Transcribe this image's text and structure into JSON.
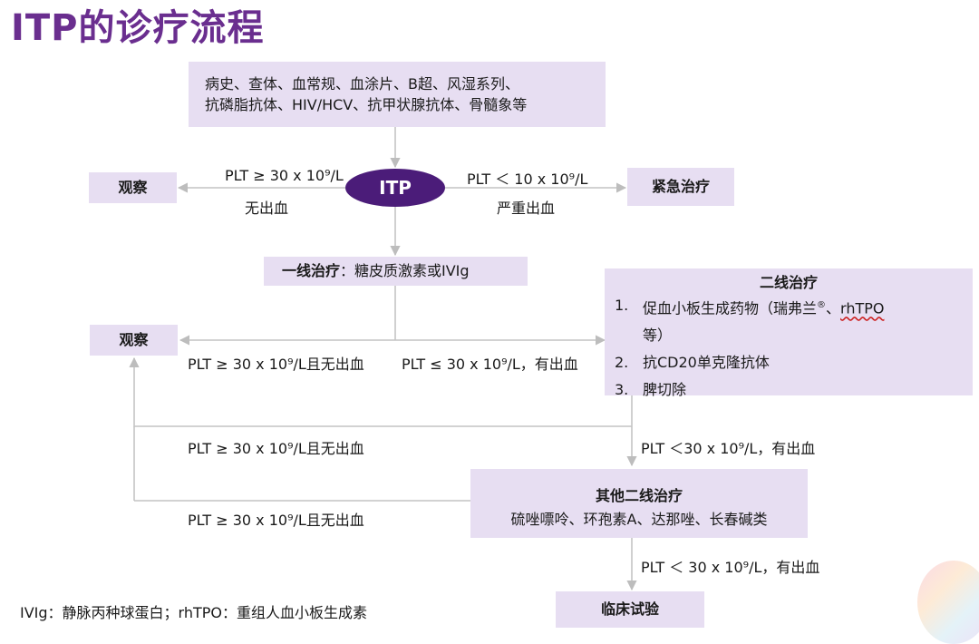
{
  "title": "ITP的诊疗流程",
  "top_box": {
    "line1": "病史、查体、血常规、血涂片、B超、风湿系列、",
    "line2": "抗磷脂抗体、HIV/HCV、抗甲状腺抗体、骨髓象等"
  },
  "itp_node": "ITP",
  "observe_top": "观察",
  "urgent": "紧急治疗",
  "left_cond_top": "PLT ≥ 30 x 10⁹/L",
  "left_cond_bottom": "无出血",
  "right_cond_top": "PLT ＜ 10 x 10⁹/L",
  "right_cond_bottom": "严重出血",
  "first_line": {
    "label": "一线治疗",
    "rest": "：糖皮质激素或IVIg"
  },
  "observe_mid": "观察",
  "mid_left_cond": "PLT ≥ 30 x 10⁹/L且无出血",
  "mid_right_cond": "PLT ≤ 30 x 10⁹/L，有出血",
  "second_line": {
    "title": "二线治疗",
    "items": [
      {
        "num": "1.",
        "pre": "促血小板生成药物（瑞弗兰",
        "sup": "®",
        "mid": "、",
        "squiggle": "rhTPO"
      },
      {
        "num": "",
        "text": "等）"
      },
      {
        "num": "2.",
        "text": "抗CD20单克隆抗体"
      },
      {
        "num": "3.",
        "text": "脾切除"
      }
    ]
  },
  "lower_left_cond1": "PLT ≥ 30 x 10⁹/L且无出血",
  "lower_right_cond1": "PLT ＜30 x 10⁹/L，有出血",
  "other_second_line": {
    "title": "其他二线治疗",
    "body": "硫唑嘌呤、环孢素A、达那唑、长春碱类"
  },
  "lower_left_cond2": "PLT ≥ 30 x 10⁹/L且无出血",
  "lower_right_cond2": "PLT ＜ 30 x 10⁹/L，有出血",
  "trial": "临床试验",
  "footnote": "IVIg：静脉丙种球蛋白；rhTPO：重组人血小板生成素"
}
